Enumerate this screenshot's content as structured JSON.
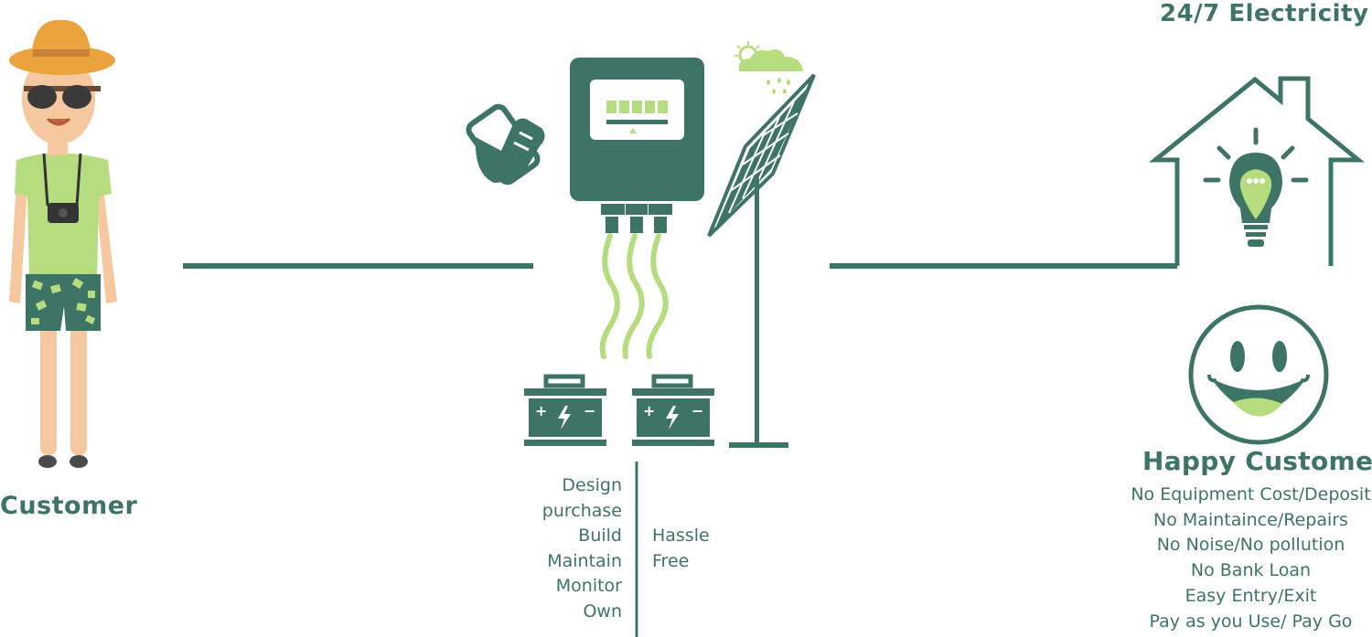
{
  "labels": {
    "customer": "Customer",
    "electricity_title": "24/7 Electricity",
    "happy_customer": "Happy Customer"
  },
  "benefits": [
    "No Equipment Cost/Deposit",
    "No Maintaince/Repairs",
    "No Noise/No pollution",
    "No Bank Loan",
    "Easy Entry/Exit",
    "Pay as you Use/ Pay Go"
  ],
  "services": [
    "Design",
    "purchase",
    "Build",
    "Maintain",
    "Monitor",
    "Own"
  ],
  "hassle": [
    "Hassle",
    "Free"
  ],
  "colors": {
    "primary": "#3d7466",
    "accent": "#b5dc7e",
    "skin": "#f6c8a0",
    "hat": "#eba33e"
  },
  "icons": [
    "customer-person-icon",
    "phone-in-hand-icon",
    "smart-meter-icon",
    "battery-icon",
    "solar-panel-icon",
    "cloud-sun-rain-icon",
    "house-icon",
    "light-bulb-icon",
    "smiley-face-icon"
  ]
}
